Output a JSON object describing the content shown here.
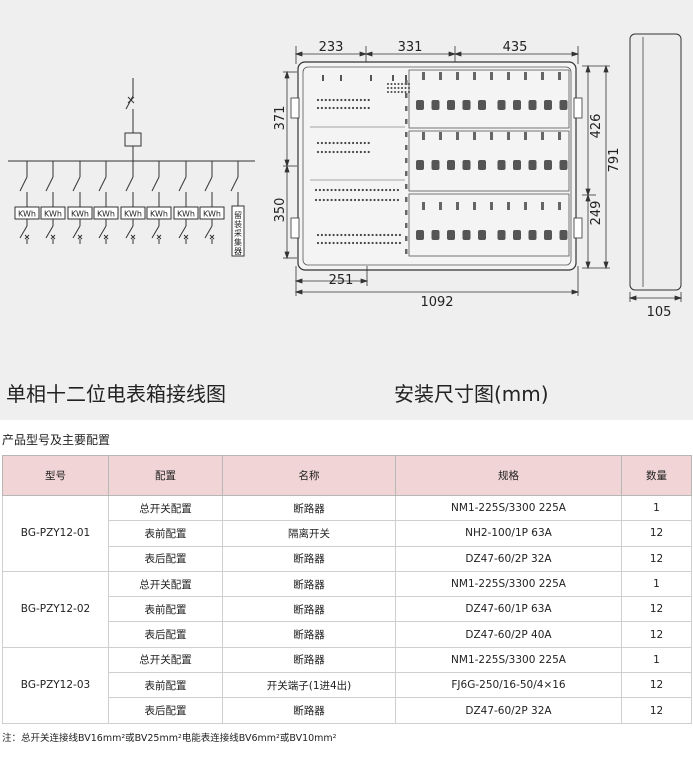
{
  "diagram": {
    "kwh_label": "KWh",
    "collector_label": "留装采集器",
    "dimensions": {
      "d233": "233",
      "d331": "331",
      "d435": "435",
      "d371": "371",
      "d350": "350",
      "d426": "426",
      "d791": "791",
      "d249": "249",
      "d251": "251",
      "d1092": "1092",
      "d105": "105"
    }
  },
  "titles": {
    "wiring": "单相十二位电表箱接线图",
    "install": "安装尺寸图(mm)"
  },
  "section_title": "产品型号及主要配置",
  "table": {
    "headers": [
      "型号",
      "配置",
      "名称",
      "规格",
      "数量"
    ],
    "groups": [
      {
        "model": "BG-PZY12-01",
        "rows": [
          [
            "总开关配置",
            "断路器",
            "NM1-225S/3300  225A",
            "1"
          ],
          [
            "表前配置",
            "隔离开关",
            "NH2-100/1P  63A",
            "12"
          ],
          [
            "表后配置",
            "断路器",
            "DZ47-60/2P  32A",
            "12"
          ]
        ]
      },
      {
        "model": "BG-PZY12-02",
        "rows": [
          [
            "总开关配置",
            "断路器",
            "NM1-225S/3300  225A",
            "1"
          ],
          [
            "表前配置",
            "断路器",
            "DZ47-60/1P  63A",
            "12"
          ],
          [
            "表后配置",
            "断路器",
            "DZ47-60/2P  40A",
            "12"
          ]
        ]
      },
      {
        "model": "BG-PZY12-03",
        "rows": [
          [
            "总开关配置",
            "断路器",
            "NM1-225S/3300  225A",
            "1"
          ],
          [
            "表前配置",
            "开关端子(1进4出)",
            "FJ6G-250/16-50/4×16",
            "12"
          ],
          [
            "表后配置",
            "断路器",
            "DZ47-60/2P  32A",
            "12"
          ]
        ]
      }
    ]
  },
  "note": "注：总开关连接线BV16mm²或BV25mm²电能表连接线BV6mm²或BV10mm²"
}
